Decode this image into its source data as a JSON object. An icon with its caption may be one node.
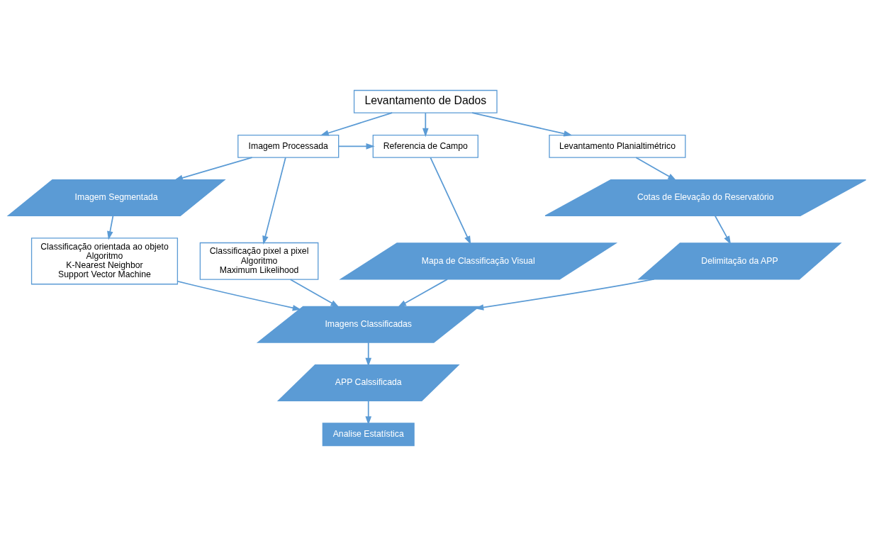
{
  "diagram": {
    "nodes": [
      {
        "text": [
          "Levantamento de Dados"
        ]
      },
      {
        "text": [
          "Referencia de Campo"
        ]
      },
      {
        "text": [
          "Imagem Processada"
        ]
      },
      {
        "text": [
          "Levantamento Planialtimétrico"
        ]
      },
      {
        "text": [
          "Classificação pixel a pixel",
          "Algoritmo",
          "Maximum Likelihood"
        ]
      },
      {
        "text": [
          "Imagem Segmentada"
        ]
      },
      {
        "text": [
          "Classificação orientada ao objeto",
          "Algoritmo",
          "K-Nearest Neighbor",
          "Support Vector Machine"
        ]
      },
      {
        "text": [
          "Cotas de Elevação do Reservatório"
        ]
      },
      {
        "text": [
          "Mapa de Classificação Visual"
        ]
      },
      {
        "text": [
          "Delimitação da APP"
        ]
      },
      {
        "text": [
          "Imagens Classificadas"
        ]
      },
      {
        "text": [
          "APP Calssificada"
        ]
      },
      {
        "text": [
          "Analise Estatística"
        ]
      }
    ],
    "edges": [
      {
        "from": 0,
        "to": 1,
        "arrow": "to"
      },
      {
        "from": 0,
        "to": 2,
        "arrow": "to"
      },
      {
        "from": 0,
        "to": 3,
        "arrow": "to"
      },
      {
        "from": 2,
        "to": 1,
        "arrow": "to"
      },
      {
        "from": 2,
        "to": 4,
        "arrow": "to"
      },
      {
        "from": 2,
        "to": 5,
        "arrow": "to"
      },
      {
        "from": 5,
        "to": 6,
        "arrow": "to"
      },
      {
        "from": 3,
        "to": 7,
        "arrow": "to"
      },
      {
        "from": 1,
        "to": 8,
        "arrow": "to"
      },
      {
        "from": 7,
        "to": 9,
        "arrow": "to"
      },
      {
        "from": 8,
        "to": 10,
        "arrow": "to"
      },
      {
        "from": 4,
        "to": 10,
        "arrow": "to"
      },
      {
        "from": 6,
        "to": 10,
        "arrow": "to"
      },
      {
        "from": 9,
        "to": 10,
        "arrow": "to"
      },
      {
        "from": 10,
        "to": 11,
        "arrow": "to"
      },
      {
        "from": 11,
        "to": 12,
        "arrow": "to"
      }
    ]
  }
}
